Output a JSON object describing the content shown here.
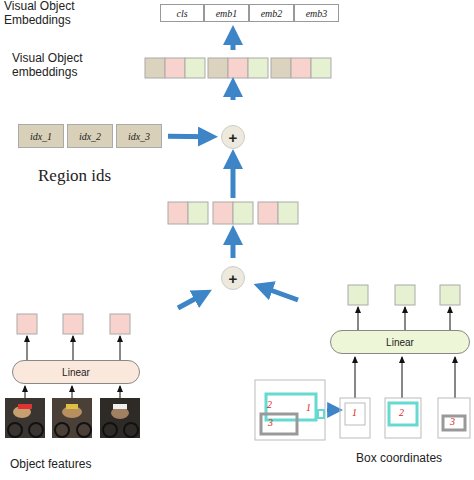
{
  "diagram": {
    "nodes": [
      {
        "text": [
          "cls"
        ]
      },
      {
        "text": [
          "emb1"
        ]
      },
      {
        "text": [
          "emb2"
        ]
      },
      {
        "text": [
          "emb3"
        ]
      },
      {
        "text": [
          "idx_1"
        ]
      },
      {
        "text": [
          "idx_2"
        ]
      },
      {
        "text": [
          "idx_3"
        ]
      },
      {
        "text": [
          "+"
        ]
      },
      {
        "text": [
          "+"
        ]
      },
      {
        "text": [
          "Linear"
        ]
      },
      {
        "text": [
          "Linear"
        ]
      }
    ],
    "edges": [
      {
        "from": 6,
        "to": 7,
        "arrow": "to"
      }
    ],
    "labels": [
      "Visual Object Embeddings",
      "Visual Object embeddings",
      "Region ids",
      "2",
      "1",
      "3",
      "1",
      "2",
      "3",
      "Object features",
      "Box coordinates"
    ]
  }
}
